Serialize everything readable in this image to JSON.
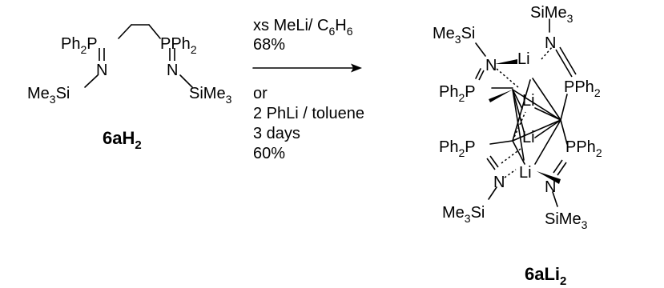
{
  "reactant": {
    "atoms": {
      "p_left": "Ph2P",
      "p_right": "PPh2",
      "n_left": "N",
      "n_right": "N",
      "si_left": "Me3Si",
      "si_right": "SiMe3"
    },
    "label": "6aH2"
  },
  "conditions": {
    "line1": "xs MeLi/ C6H6",
    "line2": "68%",
    "line3": "or",
    "line4": "2 PhLi / toluene",
    "line5": "3 days",
    "line6": "60%"
  },
  "product": {
    "atoms": {
      "si_top_left": "Me3Si",
      "si_top_right": "SiMe3",
      "si_bottom_left": "Me3Si",
      "si_bottom_right": "SiMe3",
      "n1": "N",
      "n2": "N",
      "n3": "N",
      "n4": "N",
      "p1": "Ph2P",
      "p2": "PPh2",
      "p3": "Ph2P",
      "p4": "PPh2",
      "li1": "Li",
      "li2": "Li",
      "li3": "Li",
      "li4": "Li"
    },
    "label": "6aLi2"
  }
}
